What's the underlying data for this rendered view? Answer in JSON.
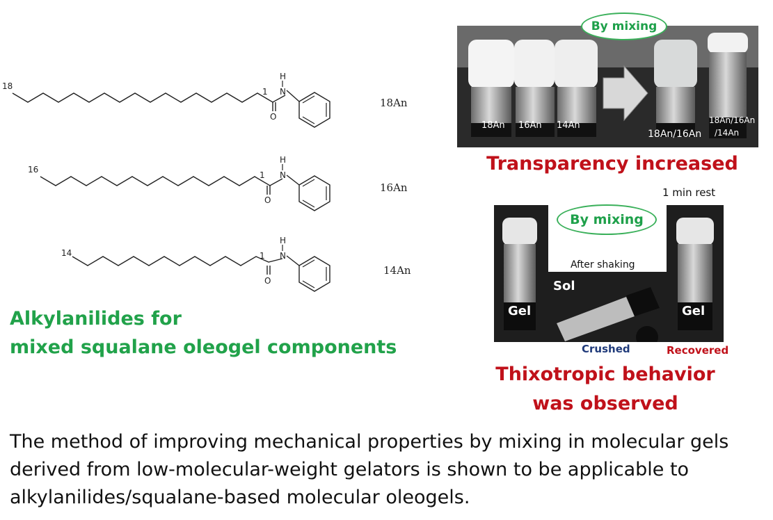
{
  "structures": [
    {
      "label": "18An",
      "chain_number": "18",
      "carbonyl_number": "1",
      "h": "H",
      "n": "N",
      "o": "O"
    },
    {
      "label": "16An",
      "chain_number": "16",
      "carbonyl_number": "1",
      "h": "H",
      "n": "N",
      "o": "O"
    },
    {
      "label": "14An",
      "chain_number": "14",
      "carbonyl_number": "1",
      "h": "H",
      "n": "N",
      "o": "O"
    }
  ],
  "left_title": {
    "line1": "Alkylanilides for",
    "line2": "mixed squalane oleogel components"
  },
  "top_panel": {
    "oval_text": "By mixing",
    "vials_before": [
      "18An",
      "16An",
      "14An"
    ],
    "vial_mix1": "18An/16An",
    "vial_mix2_line1": "18An/16An",
    "vial_mix2_line2": "/14An",
    "result": "Transparency increased"
  },
  "bottom_panel": {
    "rest_note": "1 min rest",
    "oval_text": "By mixing",
    "after_shaking": "After shaking",
    "sol": "Sol",
    "gel_left": "Gel",
    "gel_right": "Gel",
    "crushed": "Crushed",
    "recovered": "Recovered",
    "result_line1": "Thixotropic behavior",
    "result_line2": "was observed"
  },
  "caption": "The method of improving mechanical properties by mixing in molecular gels derived from low-molecular-weight gelators is shown to be applicable to alkylanilides/squalane-based molecular oleogels.",
  "colors": {
    "green": "#21a24a",
    "red": "#c0111a",
    "navy": "#1f3a7a"
  }
}
